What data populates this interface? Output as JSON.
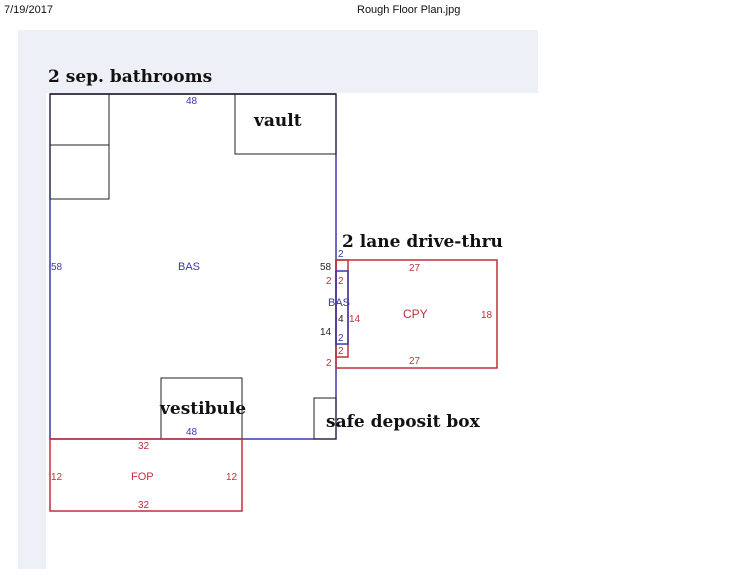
{
  "header": {
    "date": "7/19/2017",
    "title": "Rough Floor Plan.jpg"
  },
  "annotations": {
    "bathrooms": "2 sep. bathrooms",
    "vault": "vault",
    "drive_thru": "2 lane drive-thru",
    "vestibule": "vestibule",
    "safe_deposit": "safe deposit box"
  },
  "bas": {
    "label": "BAS",
    "top": "48",
    "left": "58",
    "right": "58",
    "bottom": "48"
  },
  "strip": {
    "label": "BAS",
    "d1": "2",
    "d2": "2",
    "d3": "2",
    "d4": "4",
    "d5": "14",
    "d6": "14",
    "d7": "2",
    "d8": "2",
    "d9": "2"
  },
  "cpy": {
    "label": "CPY",
    "top": "27",
    "right": "18",
    "bottom": "27"
  },
  "fop": {
    "label": "FOP",
    "top": "32",
    "left": "12",
    "right": "12",
    "bottom": "32"
  },
  "colors": {
    "bas": "#3a3aa8",
    "sketch_red": "#c0303a",
    "panel": "#edf1f7"
  }
}
